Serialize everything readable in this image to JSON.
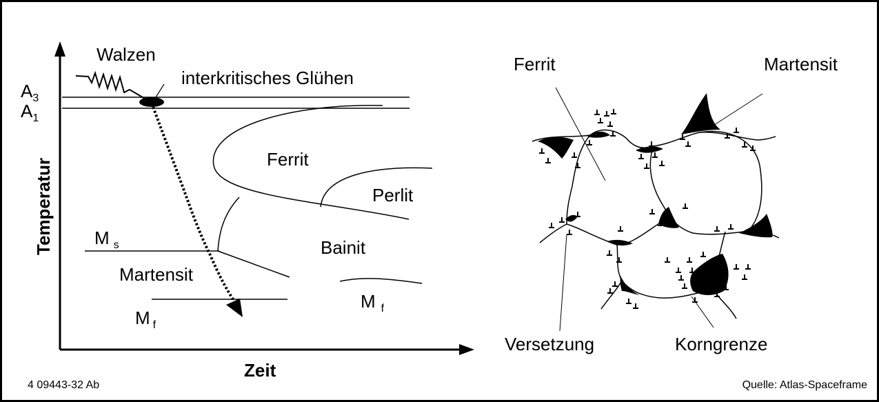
{
  "left_diagram": {
    "y_axis_label": "Temperatur",
    "x_axis_label": "Zeit",
    "a3": {
      "main": "A",
      "sub": "3"
    },
    "a1": {
      "main": "A",
      "sub": "1"
    },
    "walzen": "Walzen",
    "interkritisch": "interkritisches Glühen",
    "ferrit": "Ferrit",
    "perlit": "Perlit",
    "bainit": "Bainit",
    "martensit": "Martensit",
    "ms": {
      "main": "M",
      "sub": "s"
    },
    "mf_left": {
      "main": "M",
      "sub": "f"
    },
    "mf_right": {
      "main": "M",
      "sub": "f"
    }
  },
  "right_diagram": {
    "ferrit": "Ferrit",
    "martensit": "Martensit",
    "versetzung": "Versetzung",
    "korngrenze": "Korngrenze"
  },
  "footer": {
    "code": "4 09443-32 Ab",
    "source": "Quelle: Atlas-Spaceframe"
  }
}
